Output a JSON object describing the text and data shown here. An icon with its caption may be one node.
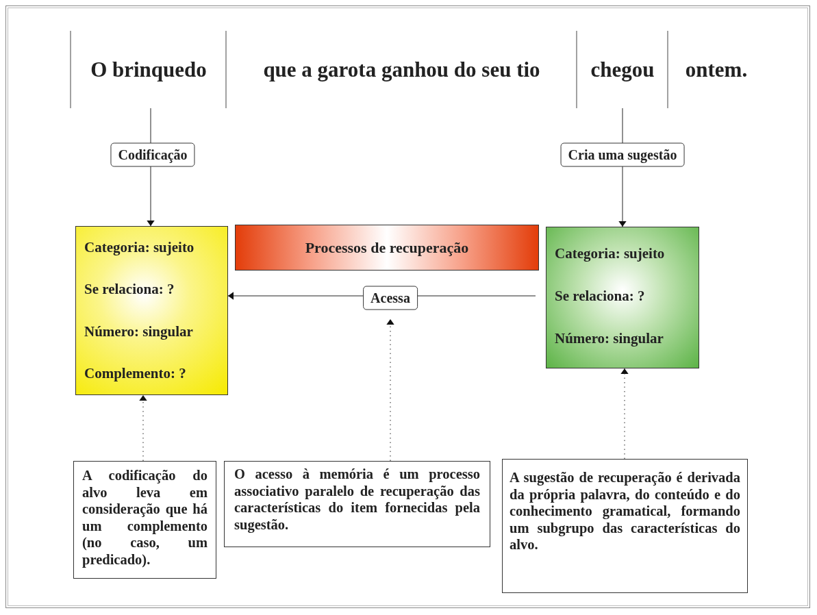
{
  "diagram": {
    "nodes": [
      {
        "text": [
          "O brinquedo"
        ]
      },
      {
        "text": [
          "que a garota ganhou do seu tio"
        ]
      },
      {
        "text": [
          "chegou"
        ]
      },
      {
        "text": [
          "ontem."
        ]
      },
      {
        "text": [
          "Categoria: sujeito",
          "Se relaciona: ?",
          "Número: singular",
          "Complemento: ?"
        ]
      },
      {
        "text": [
          "Processos de recuperação"
        ]
      },
      {
        "text": [
          "Categoria: sujeito",
          "Se relaciona: ?",
          "Número: singular"
        ]
      },
      {
        "text": [
          "A codificação do alvo leva em consideração que há um complemento (no caso, um predicado)."
        ]
      },
      {
        "text": [
          "O acesso à memória é um processo associativo paralelo de recuperação das características do item fornecidas pela sugestão."
        ]
      },
      {
        "text": [
          "A sugestão de recuperação é derivada da própria palavra, do conteúdo e do conhecimento gramatical, formando um subgrupo das características do alvo."
        ]
      }
    ],
    "edges": [
      {
        "from": 0,
        "to": 4,
        "arrow": "to",
        "label": "Codificação"
      },
      {
        "from": 2,
        "to": 6,
        "arrow": "to",
        "label": "Cria uma sugestão"
      },
      {
        "from": 6,
        "to": 4,
        "arrow": "to",
        "label": "Acessa"
      },
      {
        "from": 7,
        "to": 4,
        "arrow": "to",
        "style": "dashed"
      },
      {
        "from": 8,
        "to": null,
        "arrow": "to",
        "style": "dashed"
      },
      {
        "from": 9,
        "to": 6,
        "arrow": "to",
        "style": "dashed"
      }
    ]
  }
}
